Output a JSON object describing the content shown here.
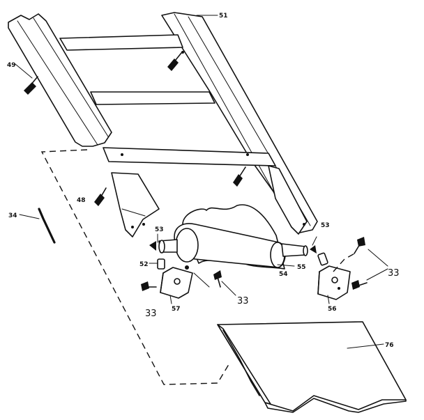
{
  "labels": {
    "rail_frame": "51",
    "screw_top_left": "49",
    "screw_mid_left": "48",
    "hex_key": "34",
    "pin_left": "53",
    "pin_right": "53",
    "spring_pin": "52",
    "roller": "54",
    "roller_shaft": "55",
    "screw_a": "33",
    "screw_b": "33",
    "screw_c": "33",
    "bracket_left": "57",
    "bracket_right": "56",
    "table_panel": "76"
  }
}
